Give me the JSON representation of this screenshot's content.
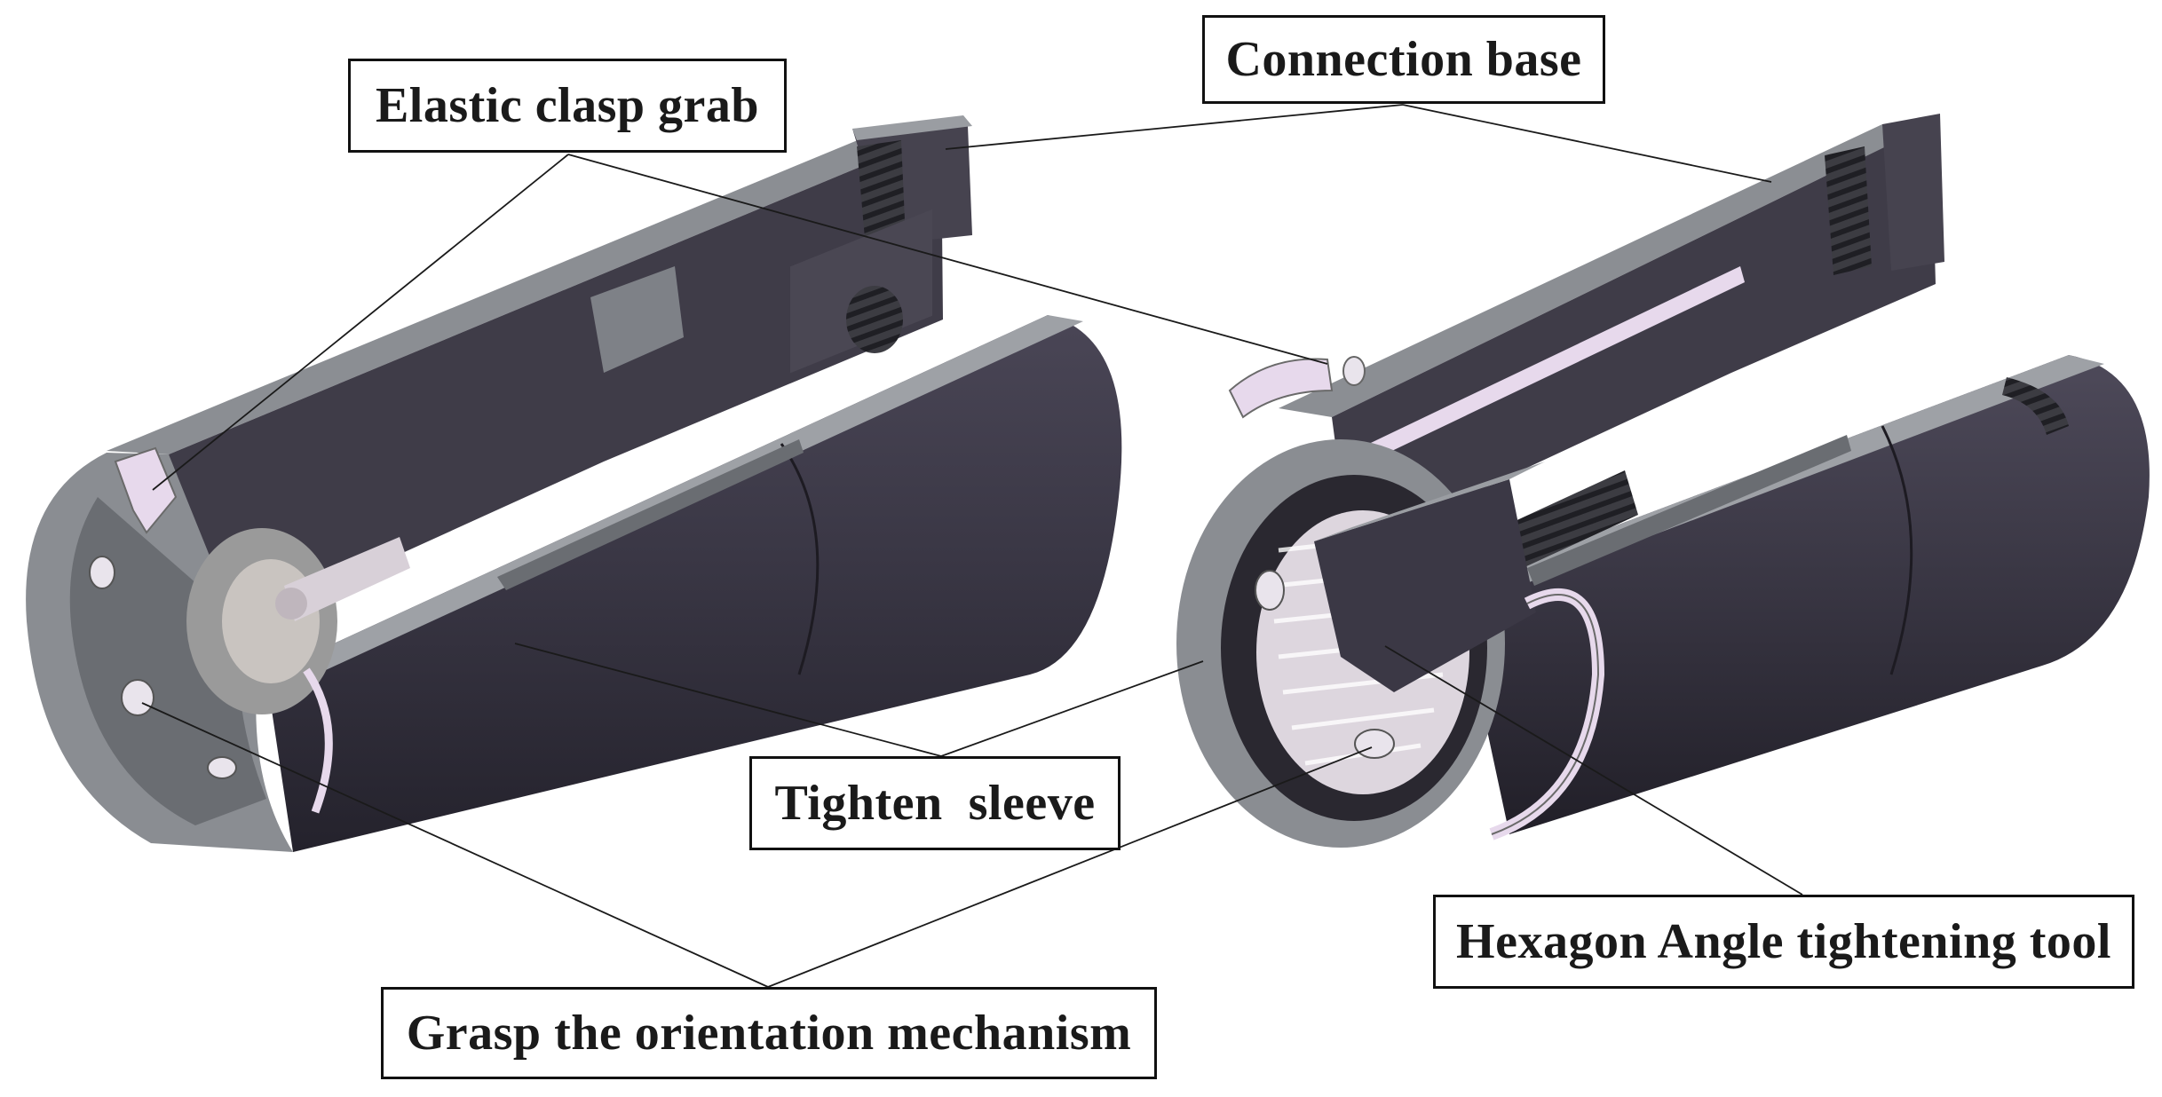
{
  "labels": {
    "elastic_clasp_grab": "Elastic clasp grab",
    "connection_base": "Connection base",
    "tighten_sleeve": "Tighten  sleeve",
    "hexagon_tool": "Hexagon Angle tightening tool",
    "grasp_mechanism": "Grasp the orientation mechanism"
  },
  "colors": {
    "body": "#3a3745",
    "body_dark": "#24222c",
    "body_light": "#55525f",
    "face": "#8a8d92",
    "face_dark": "#5f6267",
    "accent": "#e7d9ec",
    "leader": "#1a1a1a"
  }
}
